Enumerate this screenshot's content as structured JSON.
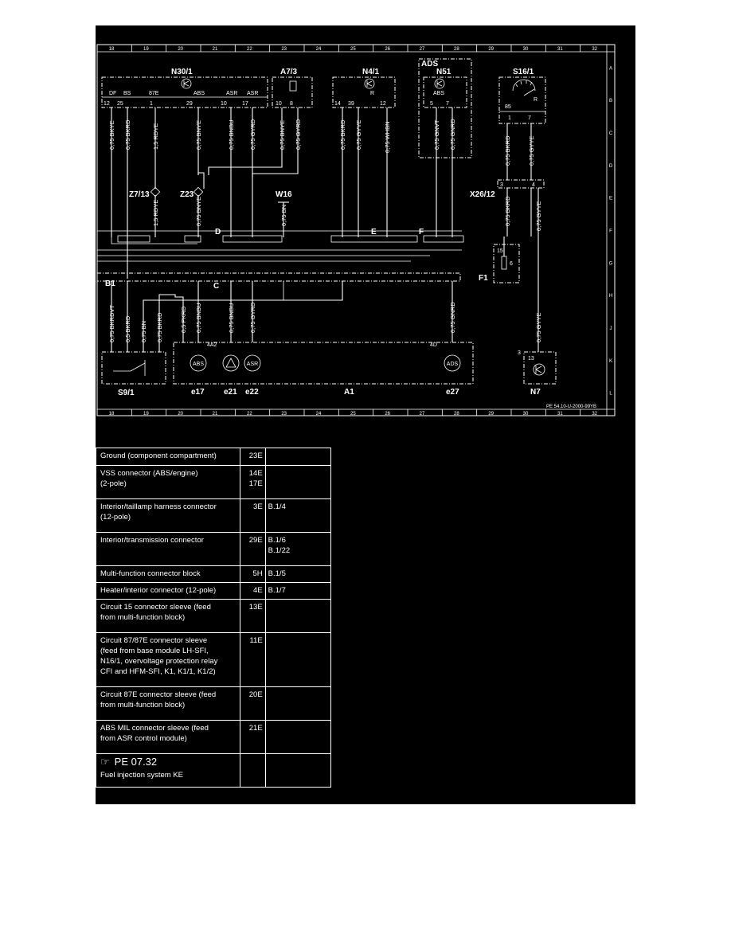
{
  "diagram": {
    "grid_top": [
      "18",
      "19",
      "20",
      "21",
      "22",
      "23",
      "24",
      "25",
      "26",
      "27",
      "28",
      "29",
      "30",
      "31",
      "32"
    ],
    "grid_bottom": [
      "18",
      "19",
      "20",
      "21",
      "22",
      "23",
      "24",
      "25",
      "26",
      "27",
      "28",
      "29",
      "30",
      "31",
      "32"
    ],
    "grid_rows": [
      "A",
      "B",
      "C",
      "D",
      "E",
      "F",
      "G",
      "H",
      "J",
      "K",
      "L"
    ],
    "drawing_number": "PE 54.10-U-2000-99YB",
    "components": {
      "n30_1": "N30/1",
      "a7_3": "A7/3",
      "n4_1": "N4/1",
      "ads_box": "ADS",
      "n51": "N51",
      "s16_1": "S16/1",
      "z7_13": "Z7/13",
      "z23": "Z23",
      "w16": "W16",
      "x26_12": "X26/12",
      "f1": "F1",
      "b1": "B1",
      "s9_1": "S9/1",
      "a1": "A1",
      "n7": "N7",
      "e17": "e17",
      "e21": "e21",
      "e22": "e22",
      "e27": "e27",
      "a1_4a2": "4A2",
      "a1_4d": "4D"
    },
    "pin_labels": {
      "n30_df": "DF",
      "n30_bs": "BS",
      "n30_87e": "87E",
      "n30_abs": "ABS",
      "n30_asr": "ASR",
      "n30_asr2": "ASR",
      "n30_12": "12",
      "n30_25": "25",
      "n30_1": "1",
      "n30_29": "29",
      "n30_10": "10",
      "n30_17": "17",
      "a73_10": "10",
      "a73_8": "8",
      "n41_14": "14",
      "n41_39": "39",
      "n41_r": "R",
      "n41_12": "12",
      "n51_abs": "ABS",
      "n51_5": "5",
      "n51_7": "7",
      "s16_85": "85",
      "s16_r": "R",
      "s16_1": "1",
      "s16_7": "7",
      "x26_3": "3",
      "x26_4": "4",
      "f1_15": "15",
      "f1_6": "6",
      "n7_13": "13",
      "n7_3": "3"
    },
    "wire_colors": {
      "w1": "0,75 BKYE",
      "w2": "0,75 BKRD",
      "w3": "1,5 RDYE",
      "w4": "0,75 BNYE",
      "w5": "0,75 BNBU",
      "w6": "0,75 GYRD",
      "w7": "0,75 BNYE",
      "w8": "0,75 GYRD",
      "w9": "0,75 BKRD",
      "w10": "0,75 GYYE",
      "w11": "0,75 WHBN",
      "w12": "0,75 GNVT",
      "w13": "0,75 GNRD",
      "w14": "0,75 BKRD",
      "w15": "0,75 GYYE",
      "w16": "1,5 RDYE",
      "w17": "0,75 BNYE",
      "w18": "0,75 BN",
      "w19": "0,75 BKRD",
      "w20": "0,75 GYYE",
      "w21": "0,75 BKRDVT",
      "w22": "0,5 BKRD",
      "w23": "0,75 BN",
      "w24": "0,75 BKRD",
      "w25": "0,5 PKRD",
      "w26": "0,75 BNBU",
      "w27": "0,75 BNBU",
      "w28": "0,75 GYRD",
      "w29": "0,75 GNRD",
      "w30": "0,75 GYYE"
    },
    "connector_letters": {
      "d": "D",
      "e": "E",
      "f": "F",
      "c": "C"
    },
    "lamps": {
      "abs1": "ABS",
      "asr": "ASR",
      "abs2": "ADS"
    }
  },
  "legend": [
    {
      "lines": [
        "Ground (component compartment)"
      ],
      "loc": [
        "23E"
      ],
      "ref": []
    },
    {
      "lines": [
        "VSS connector (ABS/engine)",
        "(2-pole)"
      ],
      "loc": [
        "14E",
        "17E"
      ],
      "ref": []
    },
    {
      "lines": [
        "Interior/taillamp harness connector",
        "(12-pole)"
      ],
      "loc": [
        "3E"
      ],
      "ref": [
        "B.1/4"
      ]
    },
    {
      "lines": [
        "Interior/transmission connector"
      ],
      "loc": [
        "29E"
      ],
      "ref": [
        "B.1/6",
        "B.1/22"
      ]
    },
    {
      "lines": [
        "Multi-function connector block"
      ],
      "loc": [
        "5H"
      ],
      "ref": [
        "B.1/5"
      ]
    },
    {
      "lines": [
        "Heater/interior connector (12-pole)"
      ],
      "loc": [
        "4E"
      ],
      "ref": [
        "B.1/7"
      ]
    },
    {
      "lines": [
        "Circuit 15 connector sleeve (feed",
        "from multi-function block)"
      ],
      "loc": [
        "13E"
      ],
      "ref": []
    },
    {
      "lines": [
        "Circuit 87/87E connector sleeve",
        "(feed from base module LH-SFI,",
        "N16/1, overvoltage protection relay",
        "CFI and HFM-SFI, K1, K1/1, K1/2)"
      ],
      "loc": [
        "11E"
      ],
      "ref": []
    },
    {
      "lines": [
        "Circuit 87E connector sleeve (feed",
        "from multi-function block)"
      ],
      "loc": [
        "20E"
      ],
      "ref": []
    },
    {
      "lines": [
        "ABS MIL connector sleeve (feed",
        "from ASR control module)"
      ],
      "loc": [
        "21E"
      ],
      "ref": []
    }
  ],
  "pe_reference": {
    "icon": "pointing-hand-icon",
    "code": "PE 07.32",
    "title": "Fuel injection system KE"
  }
}
